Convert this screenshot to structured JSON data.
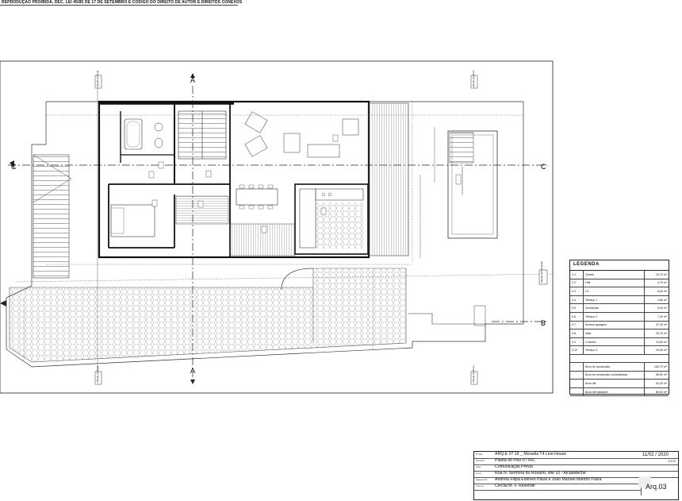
{
  "notice": "REPRODUÇÃO PROIBIDA, DEC. LEI 45/85 DE 17 DE SETEMBRO E CÓDIGO DO DIREITO DE AUTOR E DIREITOS CONEXOS",
  "section_marks": {
    "a": "A",
    "b": "B",
    "c": "C"
  },
  "facade_labels": {
    "left": "Alçado principal",
    "right": "Alçado posterior",
    "side": "Alçado lateral direito"
  },
  "legend": {
    "title": "LEGENDA",
    "rooms": [
      {
        "code": "0.1",
        "name": "Quarto",
        "area": "15,75 m²"
      },
      {
        "code": "0.2",
        "name": "Hall",
        "area": "4,75 m²"
      },
      {
        "code": "0.3",
        "name": "I.S.",
        "area": "5,60 m²"
      },
      {
        "code": "0.4",
        "name": "Terraço 1",
        "area": "4,85 m²"
      },
      {
        "code": "0.5",
        "name": "Circulação",
        "area": "5,30 m²"
      },
      {
        "code": "0.6",
        "name": "Terraço 2",
        "area": "7,00 m²"
      },
      {
        "code": "0.7",
        "name": "Acesso garagem",
        "area": "47,30 m²"
      },
      {
        "code": "0.8",
        "name": "Sala",
        "area": "39,75 m²"
      },
      {
        "code": "0.9",
        "name": "Cozinha",
        "area": "13,60 m²"
      },
      {
        "code": "0.10",
        "name": "Terraço 3",
        "area": "29,65 m²"
      }
    ],
    "areas": [
      {
        "name": "Área de construção",
        "area": "169,70 m²"
      },
      {
        "name": "Área de construção contabilizada",
        "area": "98,50 m²"
      },
      {
        "name": "Área útil",
        "area": "94,40 m²"
      },
      {
        "name": "Área útil habitável",
        "area": "85,50 m²"
      }
    ]
  },
  "title_block": {
    "rows": [
      {
        "label": "Nº Ref.",
        "text": "ARQ.E 07.19 _ Moradia T4 Line House"
      },
      {
        "label": "Desenho",
        "text": "Planta do Piso 0 / R/C"
      },
      {
        "label": "Fase",
        "text": "Comunicação Prévia"
      },
      {
        "label": "Local",
        "text": "Rua N. Senhora do Rosário, lote 10 - Alcabideche"
      },
      {
        "label": "Requerente",
        "text": "Andreia Filipa Esteves Paiva e João Manuel Martins Paiva"
      },
      {
        "label": "Técnico",
        "text": "Cecília M. F. Resende"
      }
    ],
    "date": "11/02 / 2020",
    "scale": "1/100",
    "sheet": "Arq.03"
  }
}
